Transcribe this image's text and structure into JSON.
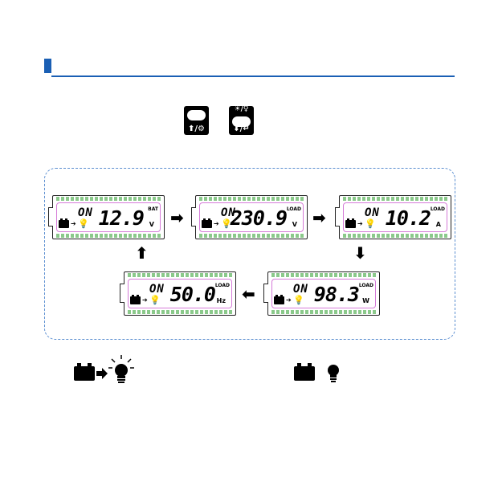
{
  "buttons": [
    {
      "name": "up-settings-button",
      "top_label": "",
      "caption": "⬆/⚙"
    },
    {
      "name": "down-enter-button",
      "top_label": "☀/♀",
      "caption": "⬇/↵"
    }
  ],
  "screens": [
    {
      "on_label": "ON",
      "value": "12.9",
      "unit": "V",
      "tag": "BAT"
    },
    {
      "on_label": "ON",
      "value": "230.9",
      "unit": "V",
      "tag": "LOAD"
    },
    {
      "on_label": "ON",
      "value": "10.2",
      "unit": "A",
      "tag": "LOAD"
    },
    {
      "on_label": "ON",
      "value": "98.3",
      "unit": "W",
      "tag": "LOAD"
    },
    {
      "on_label": "ON",
      "value": "50.0",
      "unit": "Hz",
      "tag": "LOAD"
    }
  ],
  "indicator_symbol": "➔",
  "arrows": {
    "right": "➡",
    "down": "⬇",
    "left": "⬅",
    "up": "⬆"
  },
  "colors": {
    "accent": "#1a5fb4",
    "lcd_border": "#d57bd8",
    "lcd_teeth": "#8bc98b"
  }
}
